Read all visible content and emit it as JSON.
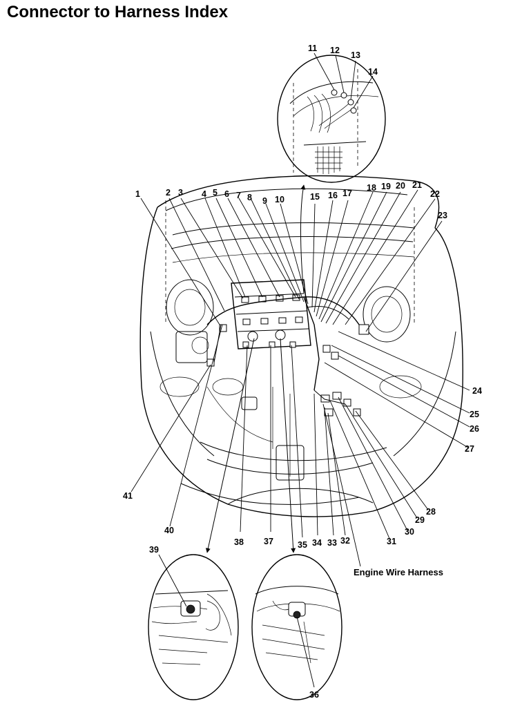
{
  "title": "Connector to Harness Index",
  "harness_label": "Engine Wire Harness",
  "callouts": [
    "1",
    "2",
    "3",
    "4",
    "5",
    "6",
    "7",
    "8",
    "9",
    "10",
    "11",
    "12",
    "13",
    "14",
    "15",
    "16",
    "17",
    "18",
    "19",
    "20",
    "21",
    "22",
    "23",
    "24",
    "25",
    "26",
    "27",
    "28",
    "29",
    "30",
    "31",
    "32",
    "33",
    "34",
    "35",
    "36",
    "37",
    "38",
    "39",
    "40",
    "41"
  ],
  "icons": {
    "connector": "connector-icon",
    "arrow": "arrow-head-icon"
  }
}
